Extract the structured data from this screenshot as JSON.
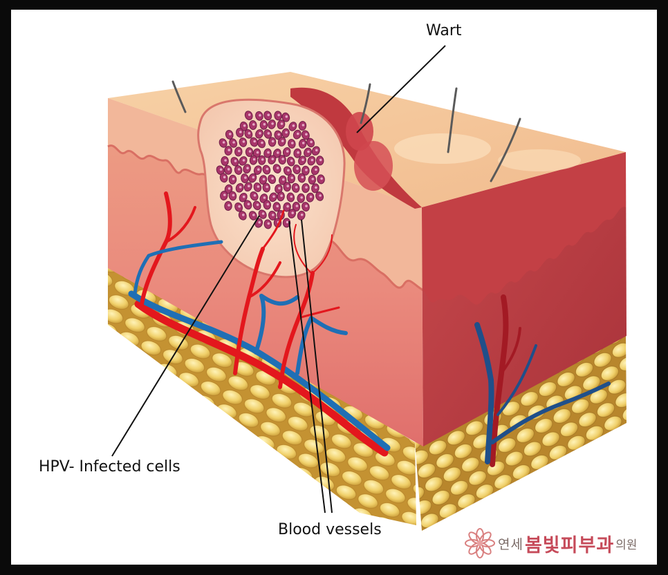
{
  "labels": {
    "wart": "Wart",
    "hpv_cells": "HPV- Infected cells",
    "blood_vessels": "Blood vessels"
  },
  "watermark": {
    "prefix": "연세",
    "brand": "봄빛피부과",
    "suffix": "의원"
  },
  "colors": {
    "skin_surface": "#f3c39a",
    "dermis": "#e8857c",
    "side_face": "#b3323c",
    "wart": "#c0393f",
    "artery": "#e3171d",
    "vein": "#1f6fb5",
    "fat": "#f0d36d",
    "hpv_cell": "#a8356a",
    "logo_pink": "#c64b5a"
  },
  "icons": {
    "logo": "flower-logo-icon"
  }
}
